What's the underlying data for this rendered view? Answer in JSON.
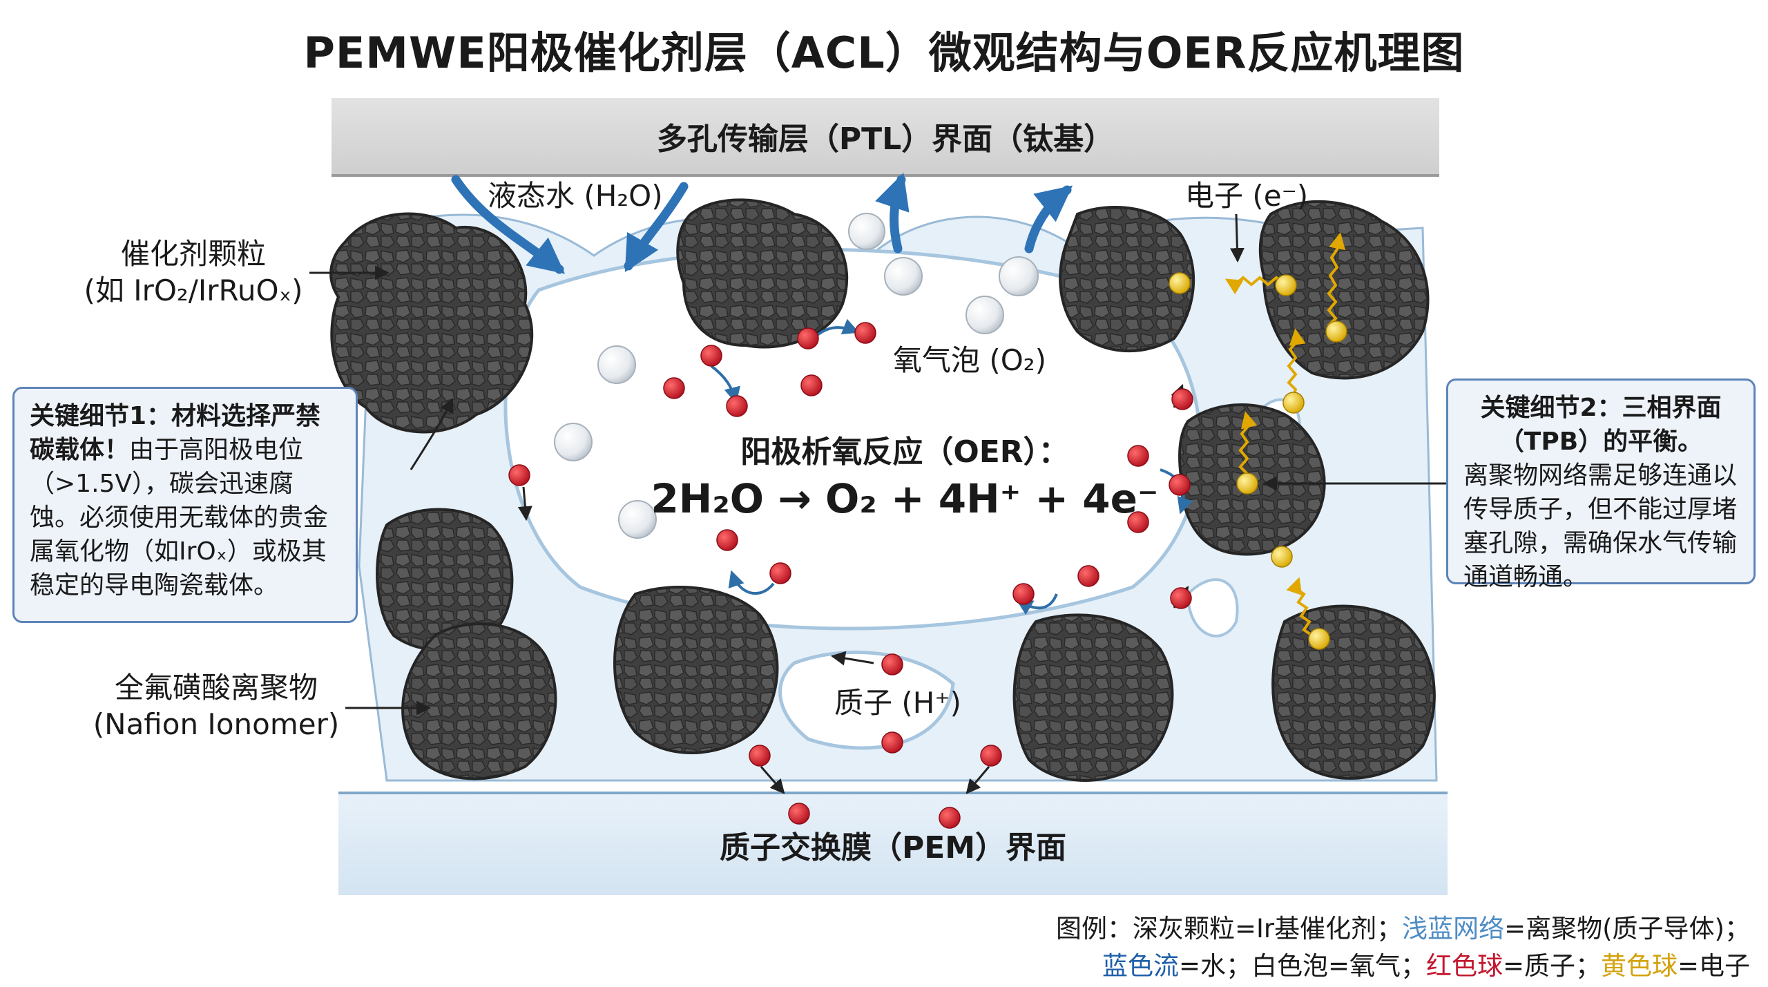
{
  "title": "PEMWE阳极催化剂层（ACL）微观结构与OER反应机理图",
  "ptl_label": "多孔传输层（PTL）界面（钛基）",
  "pem_label": "质子交换膜（PEM）界面",
  "labels": {
    "water": "液态水 (H₂O)",
    "electron": "电子 (e⁻)",
    "oxygen_bubble": "氧气泡 (O₂)",
    "proton": "质子 (H⁺)",
    "catalyst_line1": "催化剂颗粒",
    "catalyst_line2": "(如 IrO₂/IrRuOₓ)",
    "ionomer_line1": "全氟磺酸离聚物",
    "ionomer_line2": "(Nafion Ionomer)"
  },
  "oer": {
    "heading": "阳极析氧反应（OER）：",
    "equation": "2H₂O → O₂ + 4H⁺ + 4e⁻"
  },
  "callout1": {
    "heading": "关键细节1：材料选择严禁碳载体！",
    "body": "由于高阳极电位（>1.5V），碳会迅速腐蚀。必须使用无载体的贵金属氧化物（如IrOₓ）或极其稳定的导电陶瓷载体。"
  },
  "callout2": {
    "heading": "关键细节2：三相界面（TPB）的平衡。",
    "body": "离聚物网络需足够连通以传导质子，但不能过厚堵塞孔隙，需确保水气传输通道畅通。"
  },
  "legend": {
    "line1_part1": "图例：深灰颗粒=Ir基催化剂；",
    "line1_part2": "浅蓝网络",
    "line1_part3": "=离聚物(质子导体)；",
    "line2_part1": "蓝色流",
    "line2_part2": "=水；白色泡=氧气；",
    "line2_part3": "红色球",
    "line2_part4": "=质子；",
    "line2_part5": "黄色球",
    "line2_part6": "=电子"
  },
  "colors": {
    "catalyst": "#4a4a4a",
    "ionomer": "#cfe2f1",
    "water_flow": "#2f73b7",
    "proton": "#c3162d",
    "electron": "#e8c21a",
    "bubble": "#f4f6f8"
  }
}
